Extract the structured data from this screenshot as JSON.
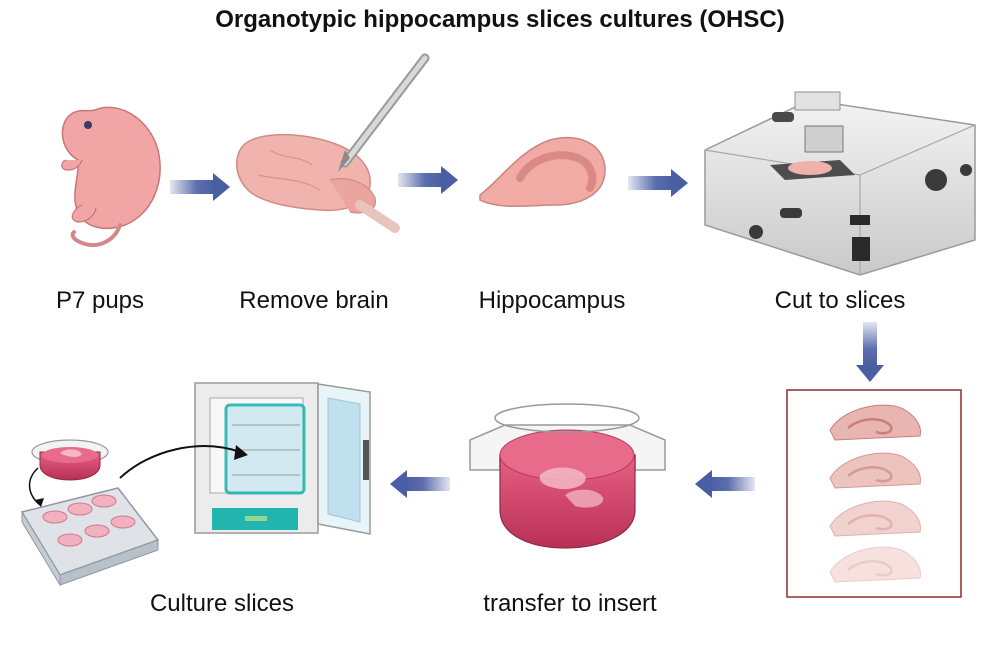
{
  "title": "Organotypic hippocampus slices cultures (OHSC)",
  "steps": [
    {
      "label": "P7 pups",
      "icon": "mouse-pup-icon"
    },
    {
      "label": "Remove brain",
      "icon": "brain-with-scalpel-icon"
    },
    {
      "label": "Hippocampus",
      "icon": "hippocampus-icon"
    },
    {
      "label": "Cut to slices",
      "icon": "vibratome-icon"
    },
    {
      "label": "transfer to insert",
      "icon": "culture-insert-icon"
    },
    {
      "label": "Culture slices",
      "icon": "incubator-icon"
    }
  ],
  "colors": {
    "arrow": "#4a5ea3",
    "tissue": "#f2a5a5",
    "medium": "#d6456c",
    "slice_box_border": "#8b2d2d",
    "incubator_panel": "#22b5b0"
  }
}
